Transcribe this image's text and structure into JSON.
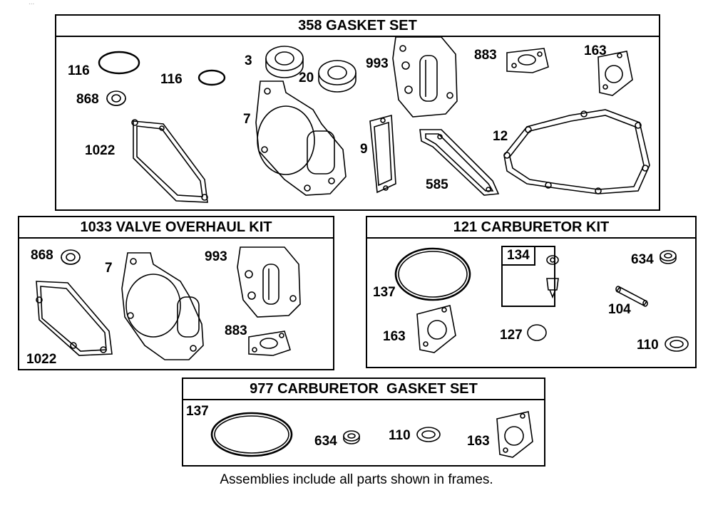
{
  "header_stub": "...",
  "gasket_set": {
    "title": "358 GASKET SET",
    "labels": {
      "p116a": "116",
      "p116b": "116",
      "p868": "868",
      "p1022": "1022",
      "p3": "3",
      "p20": "20",
      "p7": "7",
      "p993": "993",
      "p9": "9",
      "p883": "883",
      "p163": "163",
      "p585": "585",
      "p12": "12"
    }
  },
  "valve_kit": {
    "title": "1033 VALVE OVERHAUL KIT",
    "labels": {
      "p868": "868",
      "p7": "7",
      "p993": "993",
      "p1022": "1022",
      "p883": "883"
    }
  },
  "carb_kit": {
    "title": "121 CARBURETOR KIT",
    "labels": {
      "p137": "137",
      "p134": "134",
      "p634": "634",
      "p104": "104",
      "p163": "163",
      "p127": "127",
      "p110": "110"
    }
  },
  "carb_gasket": {
    "title": "977 CARBURETOR  GASKET SET",
    "labels": {
      "p137": "137",
      "p634": "634",
      "p110": "110",
      "p163": "163"
    }
  },
  "footer_note": "Assemblies include all parts shown in frames."
}
